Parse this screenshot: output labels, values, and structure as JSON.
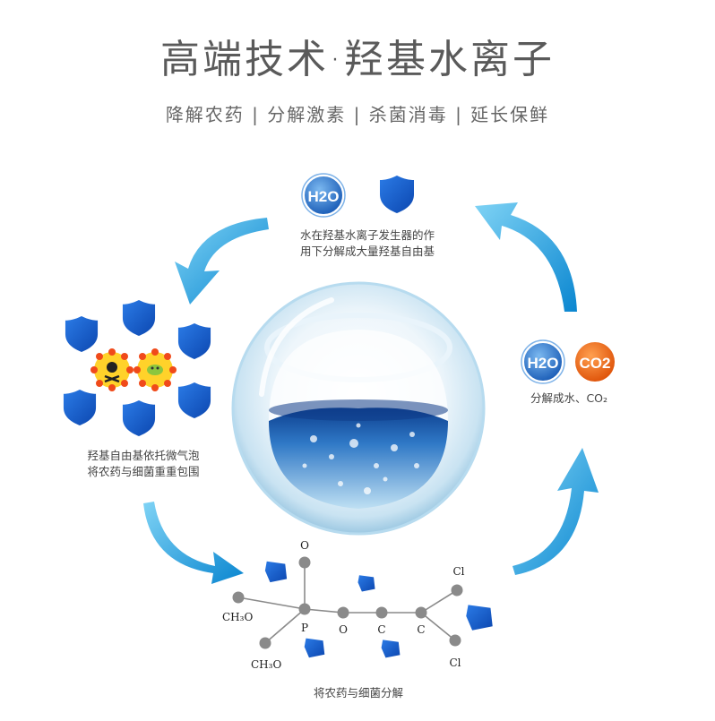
{
  "header": {
    "title": "高端技术·羟基水离子",
    "subtitle": "降解农药 | 分解激素 | 杀菌消毒 | 延长保鲜"
  },
  "steps": {
    "top": {
      "caption_line1": "水在羟基水离子发生器的作",
      "caption_line2": "用下分解成大量羟基自由基",
      "badge": "H2O"
    },
    "left": {
      "caption_line1": "羟基自由基依托微气泡",
      "caption_line2": "将农药与细菌重重包围"
    },
    "bottom": {
      "caption": "将农药与细菌分解"
    },
    "right": {
      "caption": "分解成水、CO₂",
      "badge_water": "H2O",
      "badge_co2": "CO2"
    }
  },
  "molecule": {
    "labels": {
      "o_top": "O",
      "ch3o_1": "CH₃O",
      "ch3o_2": "CH₃O",
      "p": "P",
      "o_mid": "O",
      "c1": "C",
      "c2": "C",
      "cl_top": "Cl",
      "cl_bottom": "Cl"
    }
  },
  "colors": {
    "shield": "#1a5fd0",
    "arrow": "#1ea0dc",
    "co2": "#f07020",
    "h2o_badge": "#2a78d2"
  }
}
